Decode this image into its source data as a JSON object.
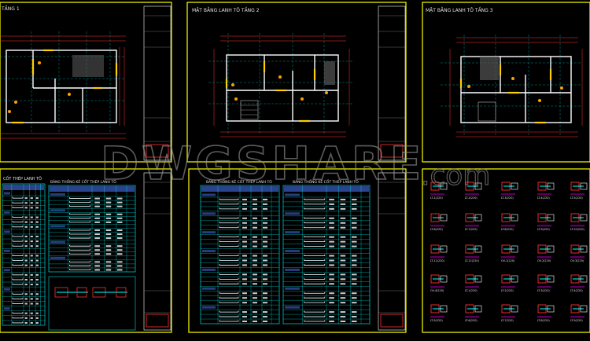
{
  "sheets": {
    "plan1_title": "TẦNG 1",
    "plan2_title": "MẶT BẰNG LANH TÔ TẦNG 2",
    "plan3_title": "MẶT BẰNG LANH TÔ TẦNG 3",
    "table1_title": "CỐT THÉP LANH TÔ",
    "table2_title": "BẢNG THỐNG KÊ CỐT THÉP LANH TÔ",
    "table3_title": "BẢNG THỐNG KÊ CỐT THÉP LANH TÔ",
    "table4_title": "BẢNG THỐNG KÊ CỐT THÉP LANH TÔ"
  },
  "watermark": "DWGSHARE",
  "watermark_suffix": ".com",
  "detail_labels": [
    "LT-1(220)",
    "LT-2(220)",
    "LT-3(220)",
    "LT-4(220)",
    "LT-5(220)",
    "LT-6(220)",
    "LT-7(220)",
    "LT-8(220)",
    "LT-9(220)",
    "LT-10(220)",
    "LT-11(220)",
    "LT-12(220)",
    "OV-1(220)",
    "OV-2(220)",
    "OV-3(220)",
    "OV-4(220)"
  ],
  "colors": {
    "frame": "#ffff00",
    "wall": "#ffffff",
    "dim": "#ff3030",
    "grid": "#00c8c8",
    "table": "#00ffff",
    "header": "#4a7bff",
    "accent": "#ff00ff",
    "hatch": "#7a7a7a",
    "text": "#e0e0e0"
  }
}
